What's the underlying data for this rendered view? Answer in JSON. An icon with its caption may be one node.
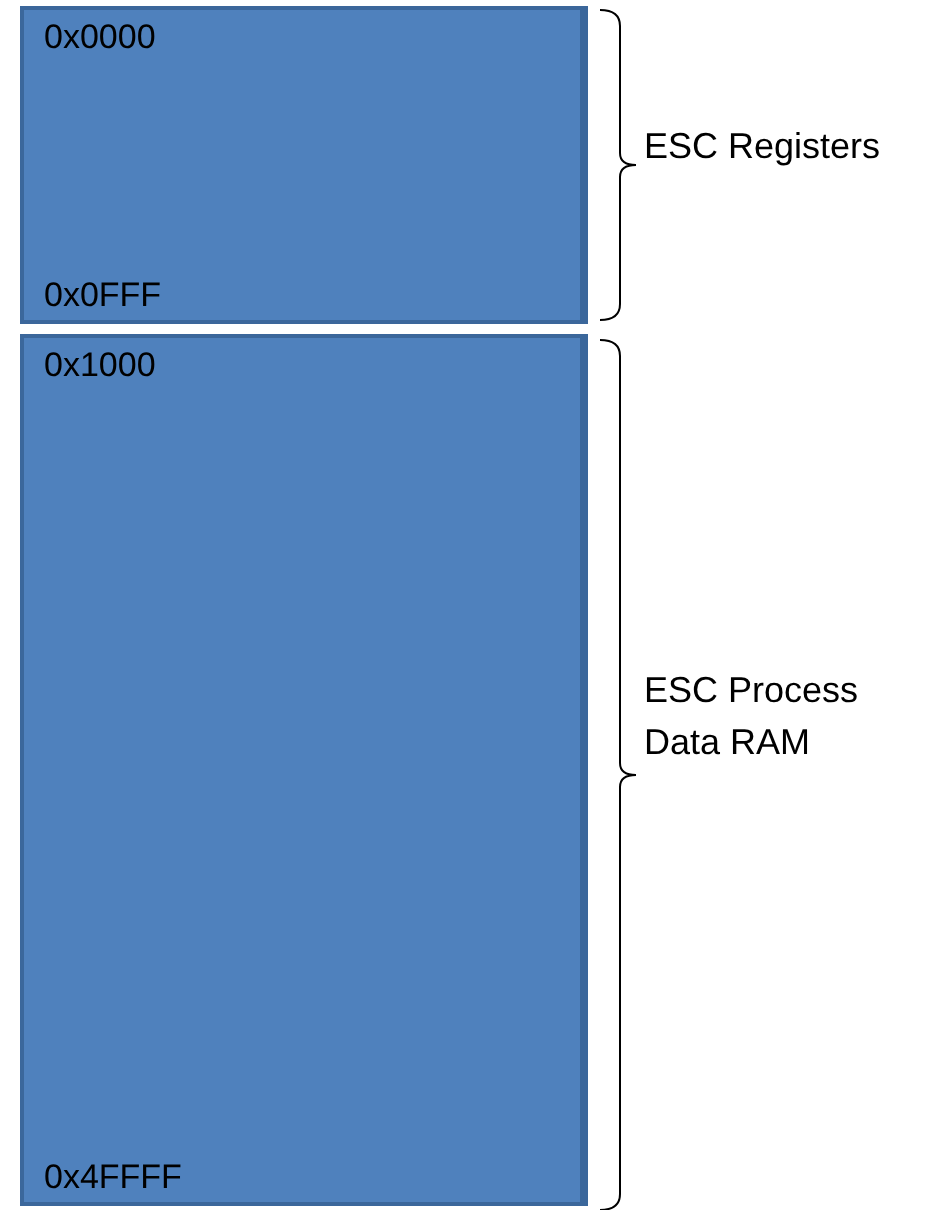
{
  "diagram": {
    "nodes": [
      {
        "text": [
          "0x0000",
          "0x0FFF"
        ],
        "beside": [
          "ESC Registers"
        ]
      },
      {
        "text": [
          "0x1000",
          "0x4FFFF"
        ],
        "beside": [
          "ESC Process Data RAM"
        ]
      }
    ],
    "edges": []
  }
}
